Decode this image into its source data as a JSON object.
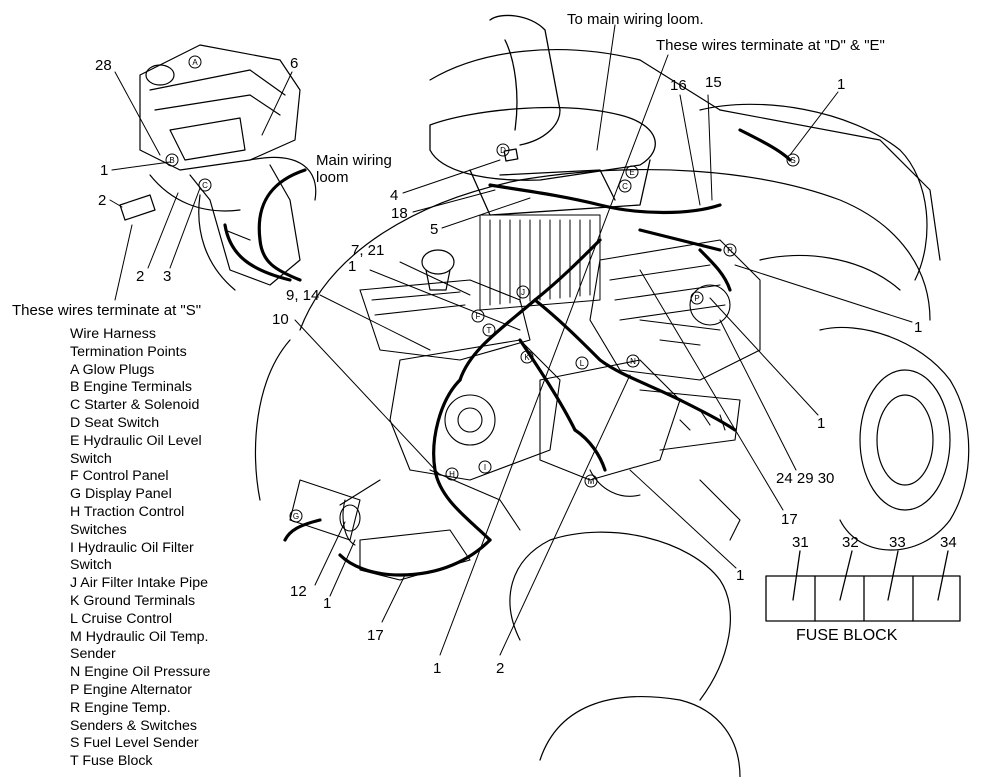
{
  "notes": {
    "to_main_loom": "To main wiring loom.",
    "terminate_de": "These wires terminate at \"D\" & \"E\"",
    "main_loom": "Main wiring\nloom",
    "terminate_s": "These wires terminate at \"S\""
  },
  "callouts": {
    "c28": "28",
    "c6": "6",
    "c1_engine": "1",
    "c2_left": "2",
    "c2_left_low": "2",
    "c3": "3",
    "c16": "16",
    "c15": "15",
    "c1_tr": "1",
    "c4": "4",
    "c18": "18",
    "c5": "5",
    "c7_21": "7, 21",
    "c1_valve": "1",
    "c9_14": "9, 14",
    "c10": "10",
    "c1_r1": "1",
    "c1_r2": "1",
    "c24_29_30": "24 29 30",
    "c17_right": "17",
    "c1_right_low": "1",
    "c12": "12",
    "c1_bot_left": "1",
    "c17_bottom": "17",
    "c1_bottom": "1",
    "c2_bottom": "2"
  },
  "legend": [
    "Wire Harness",
    "Termination Points",
    "A  Glow Plugs",
    "B  Engine Terminals",
    "C  Starter & Solenoid",
    "D  Seat Switch",
    "E  Hydraulic Oil Level",
    "Switch",
    "F  Control Panel",
    "G  Display Panel",
    "H  Traction Control",
    "Switches",
    "I  Hydraulic Oil Filter",
    "Switch",
    "J  Air Filter Intake Pipe",
    "K  Ground Terminals",
    "L  Cruise Control",
    "M  Hydraulic Oil Temp.",
    "Sender",
    "N  Engine Oil Pressure",
    "P  Engine Alternator",
    "R  Engine Temp.",
    "Senders & Switches",
    "S  Fuel Level Sender",
    "T  Fuse Block"
  ],
  "fuse_block": {
    "caption": "FUSE BLOCK",
    "fuses": [
      "31",
      "32",
      "33",
      "34"
    ]
  },
  "terminal_letters": {
    "A": "A",
    "B": "B",
    "C": "C",
    "D": "D",
    "E": "E",
    "F": "F",
    "G": "G",
    "H": "H",
    "I": "I",
    "J": "J",
    "K": "K",
    "L": "L",
    "M": "M",
    "N": "N",
    "P": "P",
    "R": "R",
    "S": "S",
    "T": "T",
    "C2": "C"
  }
}
